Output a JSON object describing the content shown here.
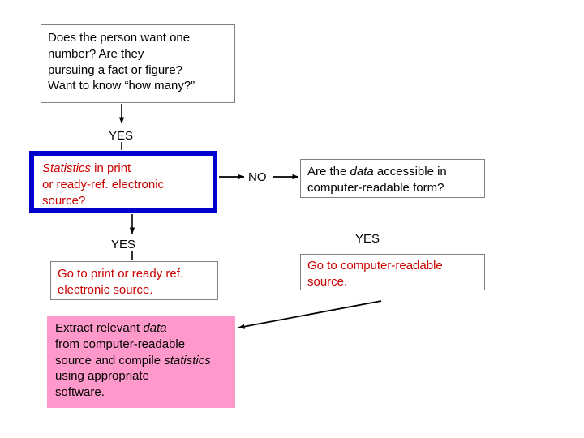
{
  "diagram": {
    "title": "Statistics reference decision flowchart",
    "boxes": {
      "question": {
        "lines": [
          "Does the person want one",
          "number?  Are they",
          "pursuing a fact or figure?",
          "Want to know “how many?”"
        ]
      },
      "statistics": {
        "line1_italic": "Statistics",
        "line1_rest": " in print",
        "line2": "or ready-ref. electronic",
        "line3": "source?"
      },
      "accessible": {
        "line1_pre": "Are the ",
        "line1_italic": "data",
        "line1_post": " accessible in",
        "line2": "computer-readable form?"
      },
      "go_print": {
        "line1": "Go to print or ready ref.",
        "line2": "electronic source."
      },
      "go_computer": {
        "line1": "Go to computer-readable",
        "line2": "source."
      },
      "extract": {
        "line1_pre": "Extract relevant ",
        "line1_italic": "data",
        "line2": "from computer-readable",
        "line3_pre": "source and compile ",
        "line3_italic": "statistics",
        "line4": "using appropriate",
        "line5": "software."
      }
    },
    "labels": {
      "yes_1": "YES",
      "no": "NO",
      "yes_2": "YES",
      "yes_3": "YES"
    },
    "colors": {
      "red_text": "#cc0000",
      "blue_border": "#0000cc",
      "pink_fill": "#ff99cc",
      "box_border": "#808080",
      "arrow": "#000000",
      "background": "#ffffff"
    }
  }
}
